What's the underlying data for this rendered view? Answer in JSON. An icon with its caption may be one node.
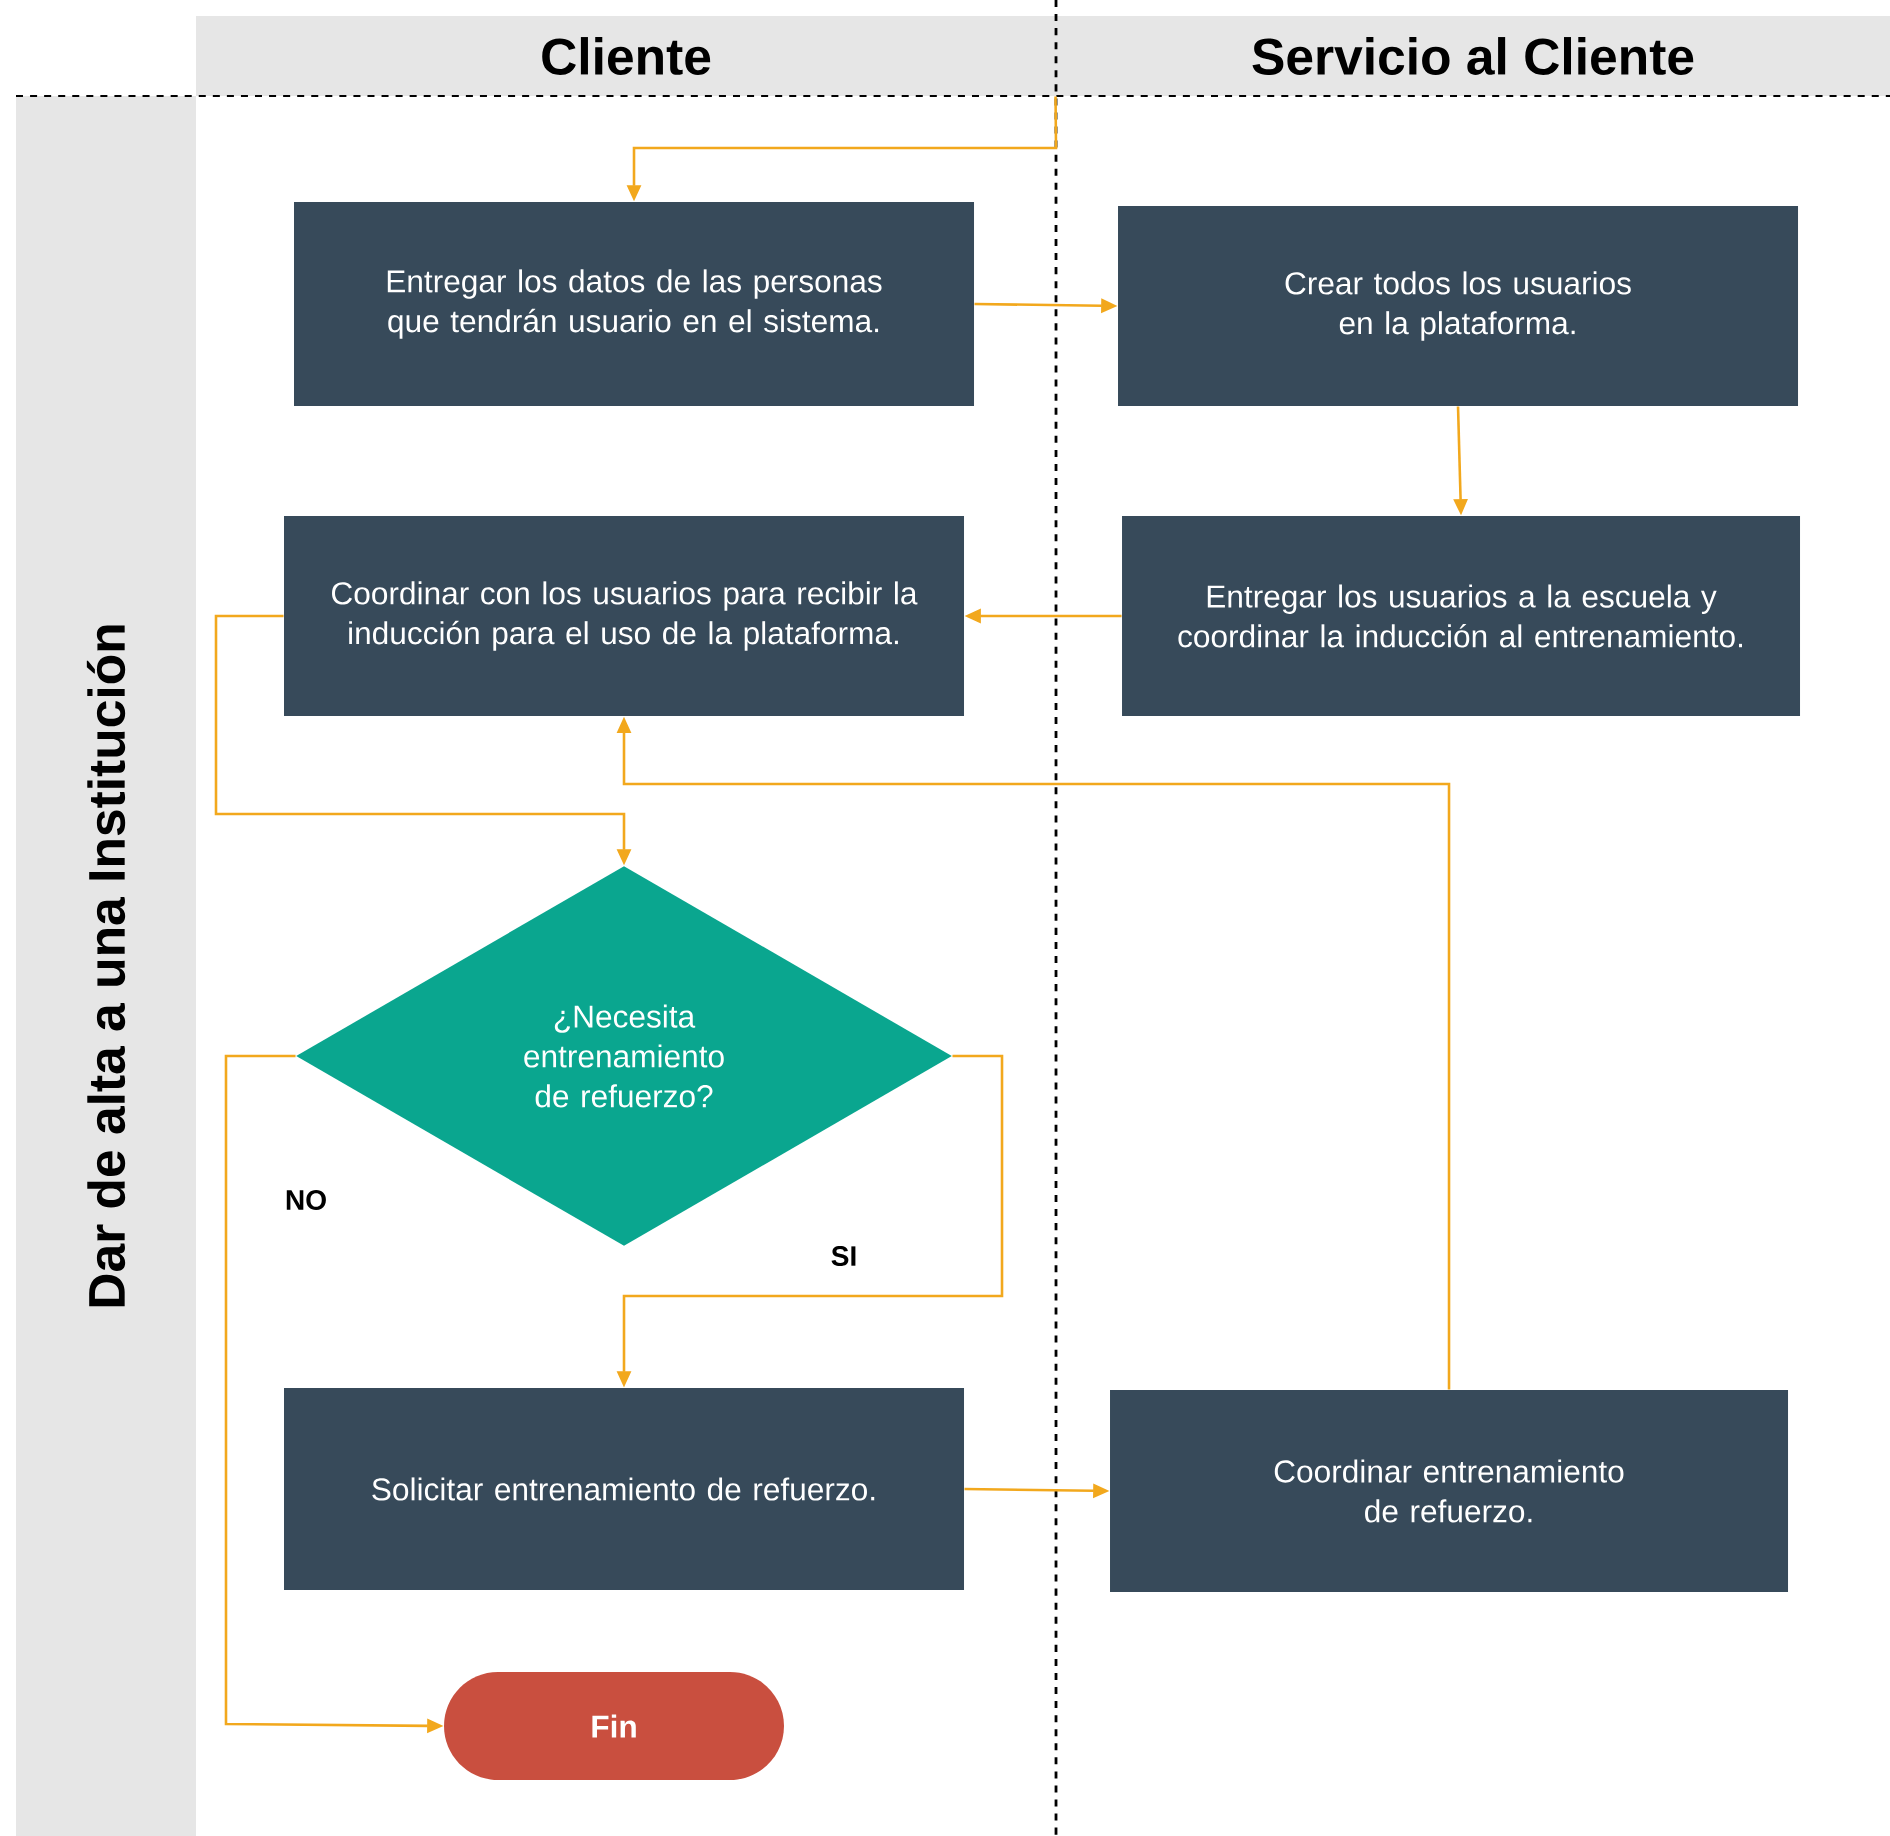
{
  "diagram": {
    "nodes": [
      {
        "text": [
          "Cliente"
        ]
      },
      {
        "text": [
          "Servicio al Cliente"
        ]
      },
      {
        "text": [
          "Dar de alta a una Institución"
        ]
      },
      {
        "text": [
          "Entregar los datos de las personas que tendrán usuario en el sistema."
        ]
      },
      {
        "text": [
          "Crear todos los usuarios en la plataforma."
        ]
      },
      {
        "text": [
          "Entregar los usuarios a la escuela y coordinar la inducción al entrenamiento."
        ]
      },
      {
        "text": [
          "Coordinar con los usuarios para recibir la inducción para el uso de la plataforma."
        ]
      },
      {
        "text": [
          "¿Necesita entrenamiento de refuerzo?"
        ]
      },
      {
        "text": [
          "Solicitar entrenamiento de refuerzo."
        ]
      },
      {
        "text": [
          "Coordinar entrenamiento de refuerzo."
        ]
      },
      {
        "text": [
          "Fin"
        ]
      }
    ],
    "edges": [
      {
        "from": 1,
        "to": 3,
        "arrow": "to"
      },
      {
        "from": 3,
        "to": 4,
        "arrow": "to"
      },
      {
        "from": 4,
        "to": 5,
        "arrow": "to"
      },
      {
        "from": 5,
        "to": 6,
        "arrow": "to"
      },
      {
        "from": 6,
        "to": 7,
        "arrow": "to"
      },
      {
        "from": 7,
        "to": 8,
        "arrow": "to",
        "label": "SI"
      },
      {
        "from": 7,
        "to": 10,
        "arrow": "to",
        "label": "NO"
      },
      {
        "from": 8,
        "to": 9,
        "arrow": "to"
      },
      {
        "from": 9,
        "to": 6,
        "arrow": "to"
      }
    ]
  }
}
